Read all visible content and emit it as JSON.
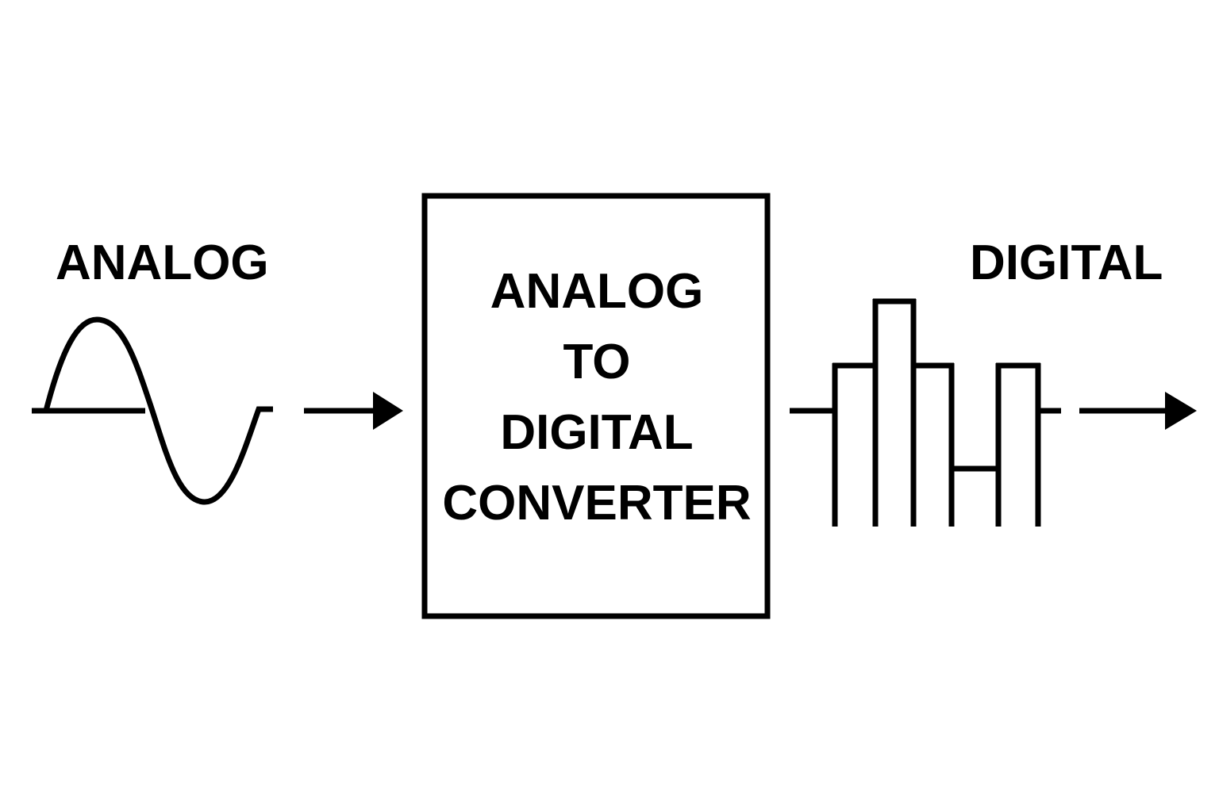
{
  "labels": {
    "input": "ANALOG",
    "output": "DIGITAL",
    "converter_lines": [
      "ANALOG",
      "TO",
      "DIGITAL",
      "CONVERTER"
    ]
  },
  "colors": {
    "stroke": "#000000",
    "background": "#ffffff"
  },
  "digital_signal_levels": [
    "high",
    "peak",
    "high",
    "low",
    "high"
  ]
}
